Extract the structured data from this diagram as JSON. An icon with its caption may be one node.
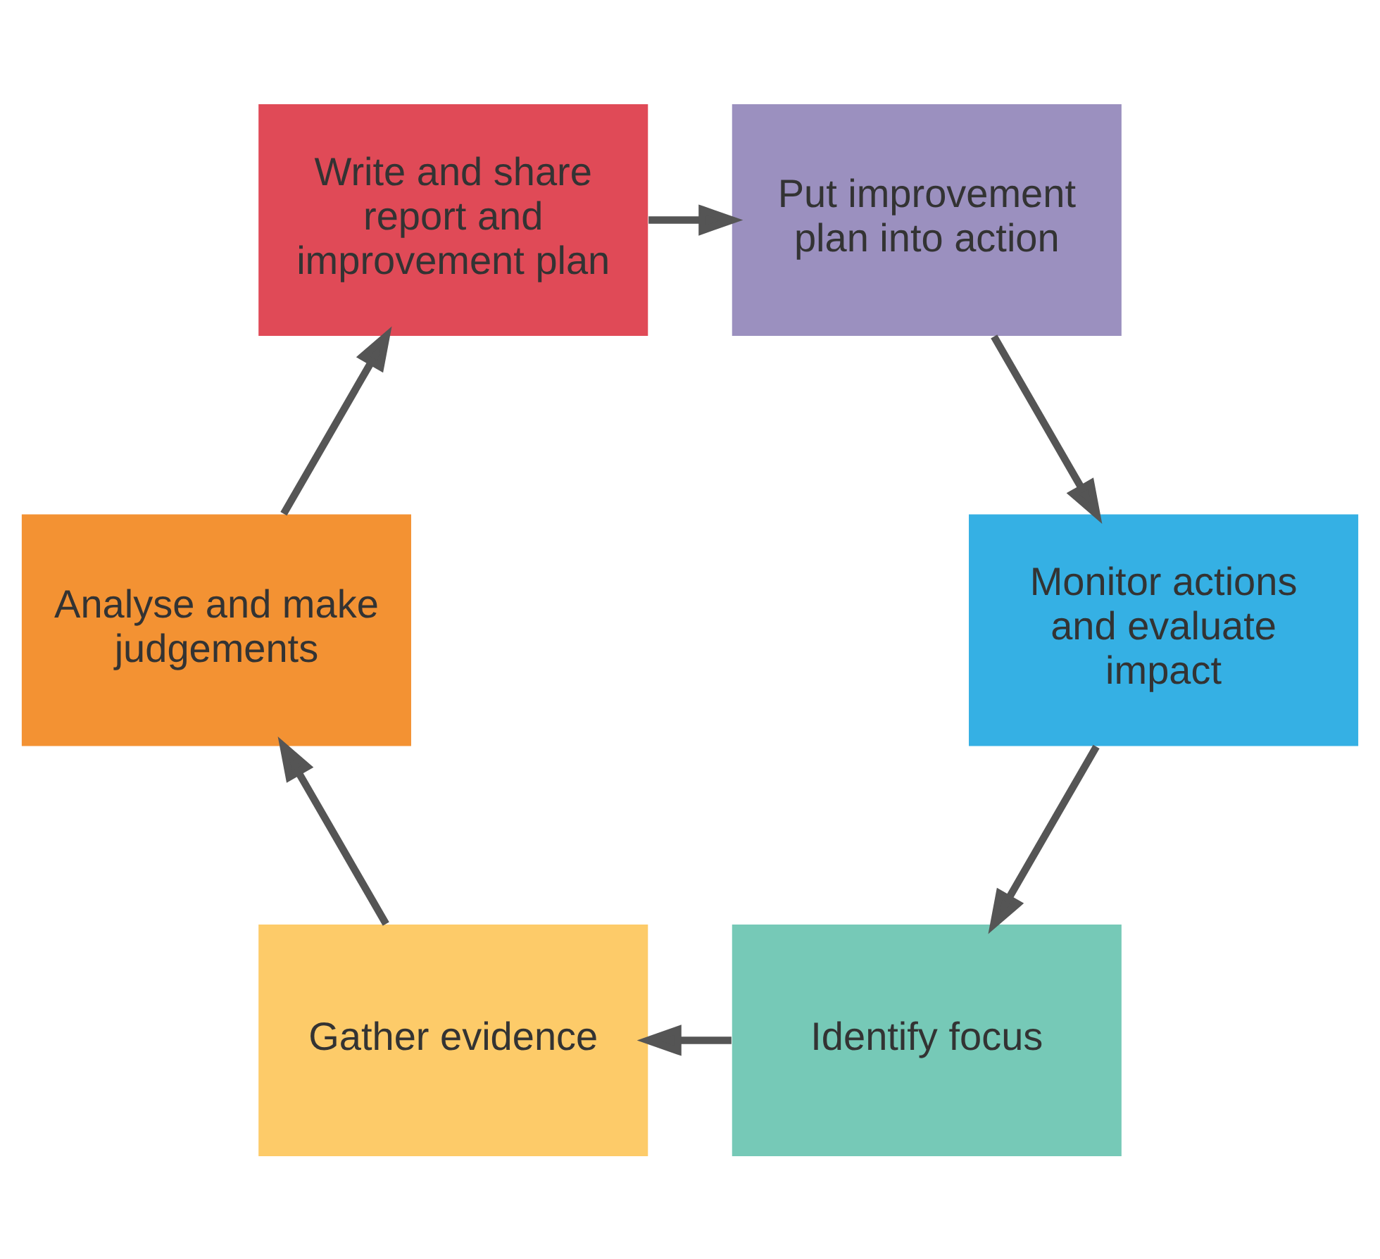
{
  "diagram": {
    "nodes": [
      {
        "text": [
          "Identify focus"
        ]
      },
      {
        "text": [
          "Gather evidence"
        ]
      },
      {
        "text": [
          "Analyse and make judgements"
        ]
      },
      {
        "text": [
          "Write and share report and improvement plan"
        ]
      },
      {
        "text": [
          "Put improvement plan into action"
        ]
      },
      {
        "text": [
          "Monitor actions and evaluate impact"
        ]
      }
    ],
    "edges": [
      {
        "from": 0,
        "to": 1,
        "arrow": "to"
      },
      {
        "from": 1,
        "to": 2,
        "arrow": "to"
      },
      {
        "from": 2,
        "to": 3,
        "arrow": "to"
      },
      {
        "from": 3,
        "to": 4,
        "arrow": "to"
      },
      {
        "from": 4,
        "to": 5,
        "arrow": "to"
      },
      {
        "from": 5,
        "to": 0,
        "arrow": "to"
      }
    ]
  }
}
